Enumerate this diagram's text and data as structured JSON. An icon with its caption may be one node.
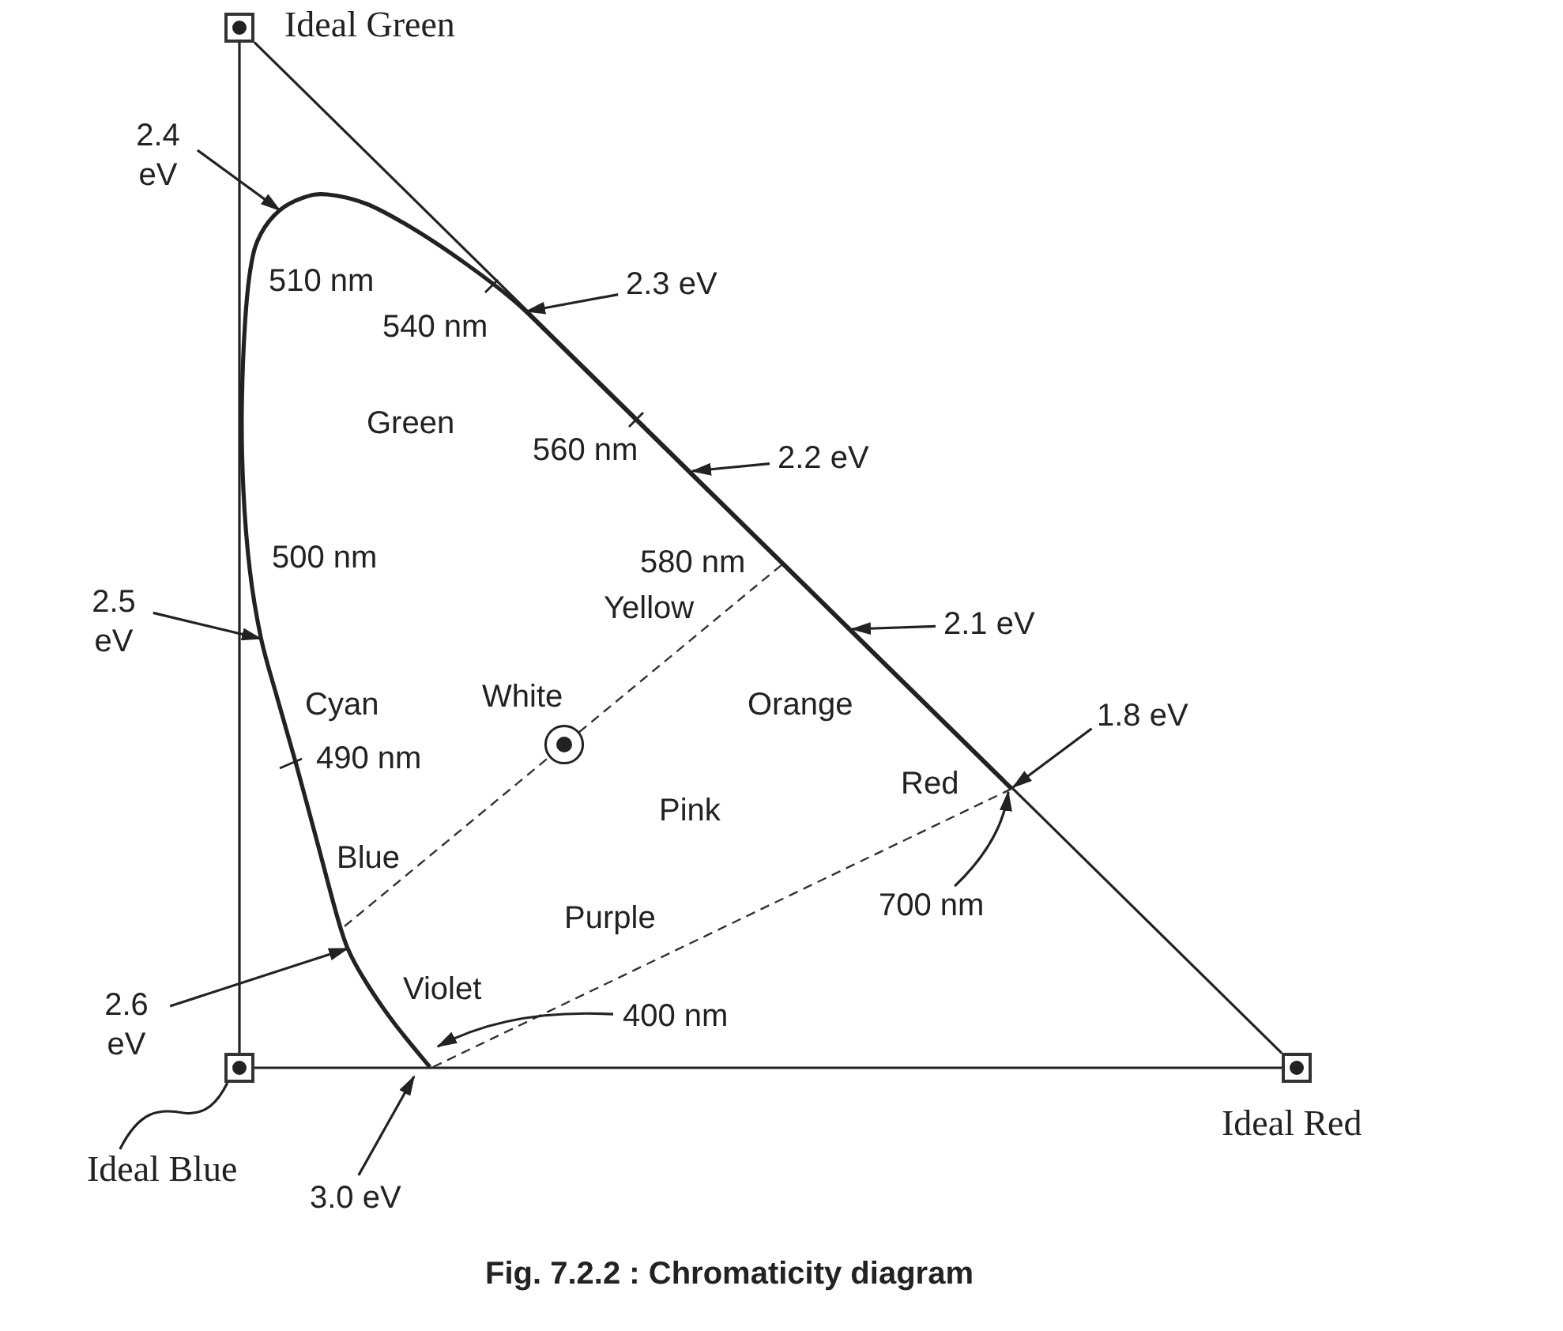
{
  "diagram": {
    "caption": "Fig. 7.2.2 : Chromaticity diagram",
    "nodes": [
      {
        "text": [],
        "shape": "box",
        "beside": [
          "Ideal Green"
        ]
      },
      {
        "text": [
          "2.4 eV"
        ]
      },
      {
        "text": [
          "2.3 eV"
        ]
      },
      {
        "text": [
          "2.2 eV"
        ]
      },
      {
        "text": [
          "2.5 eV"
        ]
      },
      {
        "text": [
          "2.1 eV"
        ]
      },
      {
        "text": [
          "1.8 eV"
        ]
      },
      {
        "text": [
          "700 nm"
        ]
      },
      {
        "text": [
          "2.6 eV"
        ]
      },
      {
        "text": [
          "400 nm"
        ]
      },
      {
        "text": [],
        "shape": "box"
      },
      {
        "text": [],
        "shape": "box",
        "beside": [
          "Ideal Red"
        ]
      },
      {
        "text": [
          "Ideal Blue"
        ]
      },
      {
        "text": [
          "3.0 eV"
        ]
      }
    ],
    "edges": [
      {
        "from": 10,
        "to": 0,
        "arrow": "none"
      },
      {
        "from": 0,
        "to": 11,
        "arrow": "none"
      },
      {
        "from": 10,
        "to": 11,
        "arrow": "none"
      },
      {
        "from": 12,
        "to": 10,
        "arrow": "none"
      },
      {
        "from": 1,
        "to": null,
        "arrow": "to"
      },
      {
        "from": 2,
        "to": null,
        "arrow": "to"
      },
      {
        "from": 3,
        "to": null,
        "arrow": "to"
      },
      {
        "from": 4,
        "to": null,
        "arrow": "to"
      },
      {
        "from": 5,
        "to": null,
        "arrow": "to"
      },
      {
        "from": 6,
        "to": null,
        "arrow": "to"
      },
      {
        "from": 7,
        "to": null,
        "arrow": "to"
      },
      {
        "from": 8,
        "to": null,
        "arrow": "to"
      },
      {
        "from": 9,
        "to": null,
        "arrow": "to"
      },
      {
        "from": 13,
        "to": null,
        "arrow": "to"
      }
    ],
    "labels": [
      "510 nm",
      "540 nm",
      "Green",
      "560 nm",
      "500 nm",
      "580 nm",
      "Yellow",
      "White",
      "Cyan",
      "Orange",
      "490 nm",
      "Red",
      "Pink",
      "Blue",
      "Purple",
      "Violet"
    ]
  }
}
